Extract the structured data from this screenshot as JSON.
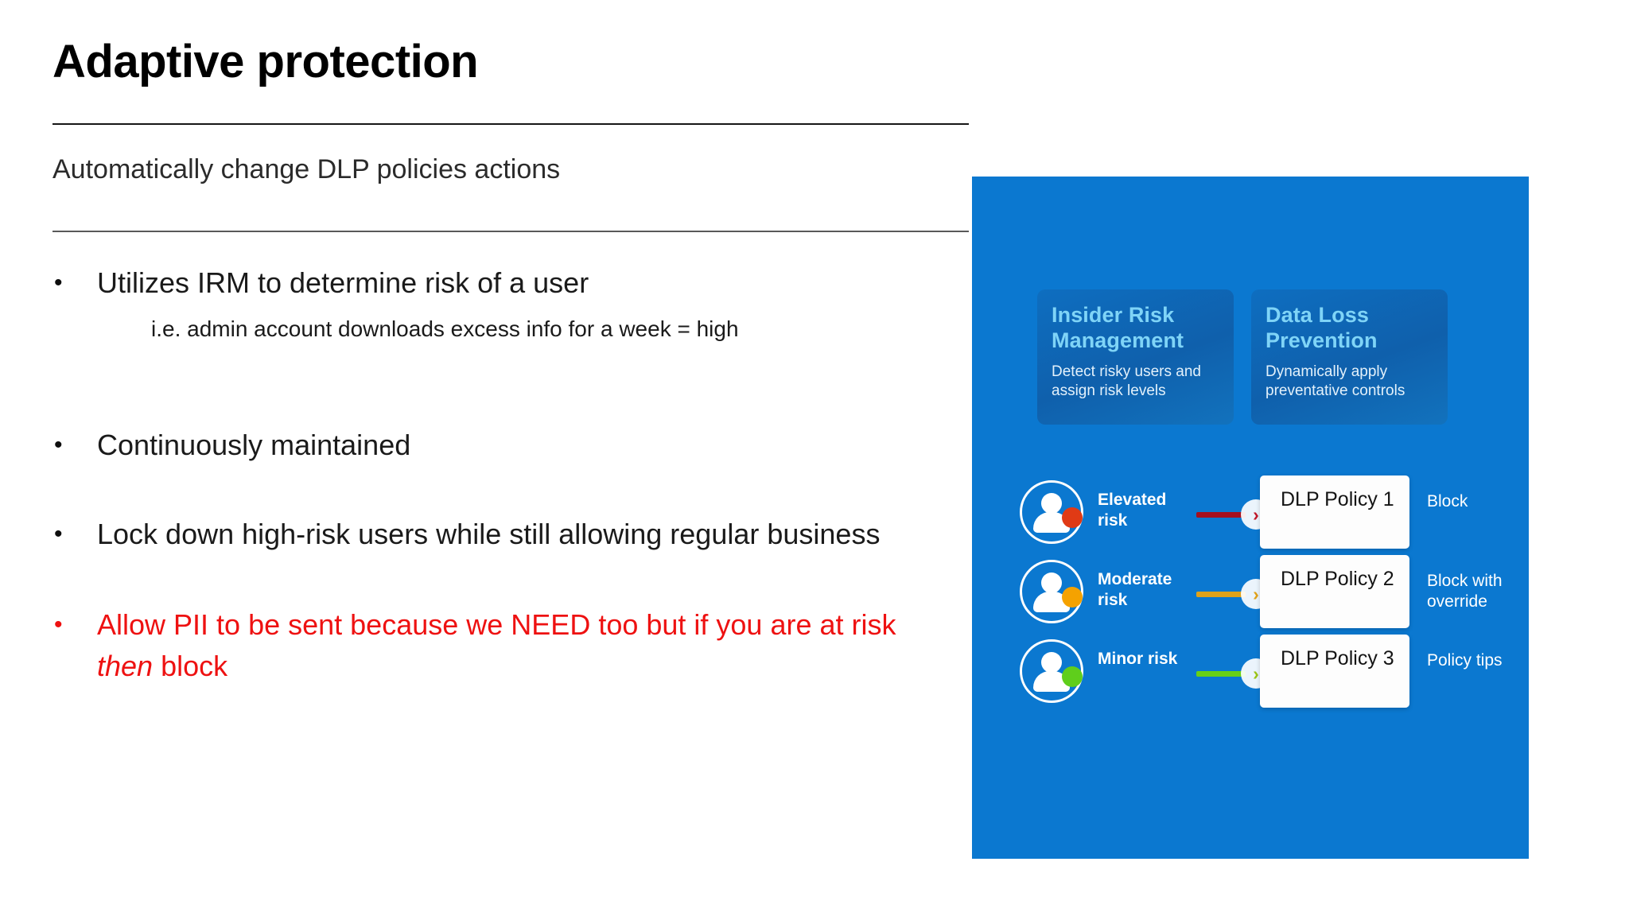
{
  "slide": {
    "title": "Adaptive protection",
    "subtitle": "Automatically change DLP policies actions",
    "bullets": [
      {
        "marker": "•",
        "text": "Utilizes IRM to determine risk of a user",
        "sub": "i.e. admin account downloads excess info for a week = high"
      },
      {
        "marker": "•",
        "text": "Continuously maintained"
      },
      {
        "marker": "•",
        "text": "Lock down high-risk users while still allowing regular business"
      },
      {
        "marker": "•",
        "text_part1": "Allow PII to be sent because we NEED too but if you are at risk ",
        "text_italic": "then",
        "text_part2": " block",
        "color": "#ee1111"
      }
    ]
  },
  "diagram": {
    "background_color": "#0b78d0",
    "cards": [
      {
        "title": "Insider Risk Management",
        "description": "Detect risky users and assign risk levels"
      },
      {
        "title": "Data Loss Prevention",
        "description": "Dynamically apply preventative controls"
      }
    ],
    "rows": [
      {
        "risk_label": "Elevated risk",
        "dot_color": "#e03a15",
        "connector_color": "#a50f1e",
        "arrow_color": "#c0182a",
        "policy": "DLP Policy 1",
        "action": "Block"
      },
      {
        "risk_label": "Moderate risk",
        "dot_color": "#f5a200",
        "connector_color": "#e0a21a",
        "arrow_color": "#e0a21a",
        "policy": "DLP Policy 2",
        "action": "Block with override"
      },
      {
        "risk_label": "Minor risk",
        "dot_color": "#5fce1c",
        "connector_color": "#67d016",
        "arrow_color": "#9bc516",
        "policy": "DLP Policy 3",
        "action": "Policy tips"
      }
    ],
    "arrow_glyph": "›"
  }
}
